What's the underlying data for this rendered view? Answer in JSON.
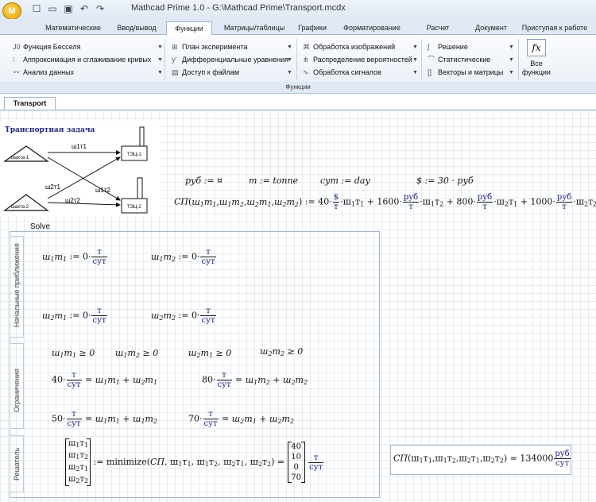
{
  "app": {
    "logo": "M",
    "title": "Mathcad Prime 1.0 - G:\\Mathcad Prime\\Transport.mcdx"
  },
  "tabs": [
    "Математические",
    "Ввод/вывод",
    "Функции",
    "Матрицы/таблицы",
    "Графики",
    "Форматирование",
    "Расчет",
    "Документ",
    "Приступая к работе"
  ],
  "ribbon": {
    "col1": [
      "Функция Бесселя",
      "Аппроксимация и сглаживание кривых",
      "Анализ данных"
    ],
    "col2": [
      "План эксперимента",
      "Дифференциальные уравнения",
      "Доступ к файлам"
    ],
    "col3": [
      "Обработка изображений",
      "Распределение вероятностей",
      "Обработка сигналов"
    ],
    "col4": [
      "Решение",
      "Статистические",
      "Векторы и матрицы"
    ],
    "all_label1": "Все",
    "all_label2": "функции",
    "fx": "fx",
    "group": "Функции"
  },
  "doc_tab": "Transport",
  "diagram": {
    "title": "Транспортная задача",
    "mine1": "шахта 1",
    "mine2": "шахта 2",
    "plant1": "ТЭЦ-1",
    "plant2": "ТЭЦ-2",
    "e11": "ш1т1",
    "e12": "ш1т2",
    "e21": "ш2т1",
    "e22": "ш2т2"
  },
  "defs": {
    "rub": "руб := ¤",
    "m": "m := tonne",
    "sut": "сут := day",
    "usd": "$ := 30 · руб"
  },
  "solve_label": "Solve",
  "regions": {
    "initial": "Начальные приближения",
    "constraints": "Ограничения",
    "solver": "Решатель"
  },
  "coef": {
    "c11": "40",
    "c12": "1600",
    "c21": "800",
    "c22": "1000"
  },
  "init_value": "0",
  "constraints": {
    "s1": "40",
    "s2": "80",
    "d1": "50",
    "d2": "70"
  },
  "result": {
    "vals": [
      "40",
      "10",
      "0",
      "70"
    ],
    "unit_n": "т",
    "unit_d": "сут",
    "sp": "134000",
    "sp_n": "руб",
    "sp_d": "сут"
  },
  "fn": "minimize",
  "sp_name": "СП"
}
